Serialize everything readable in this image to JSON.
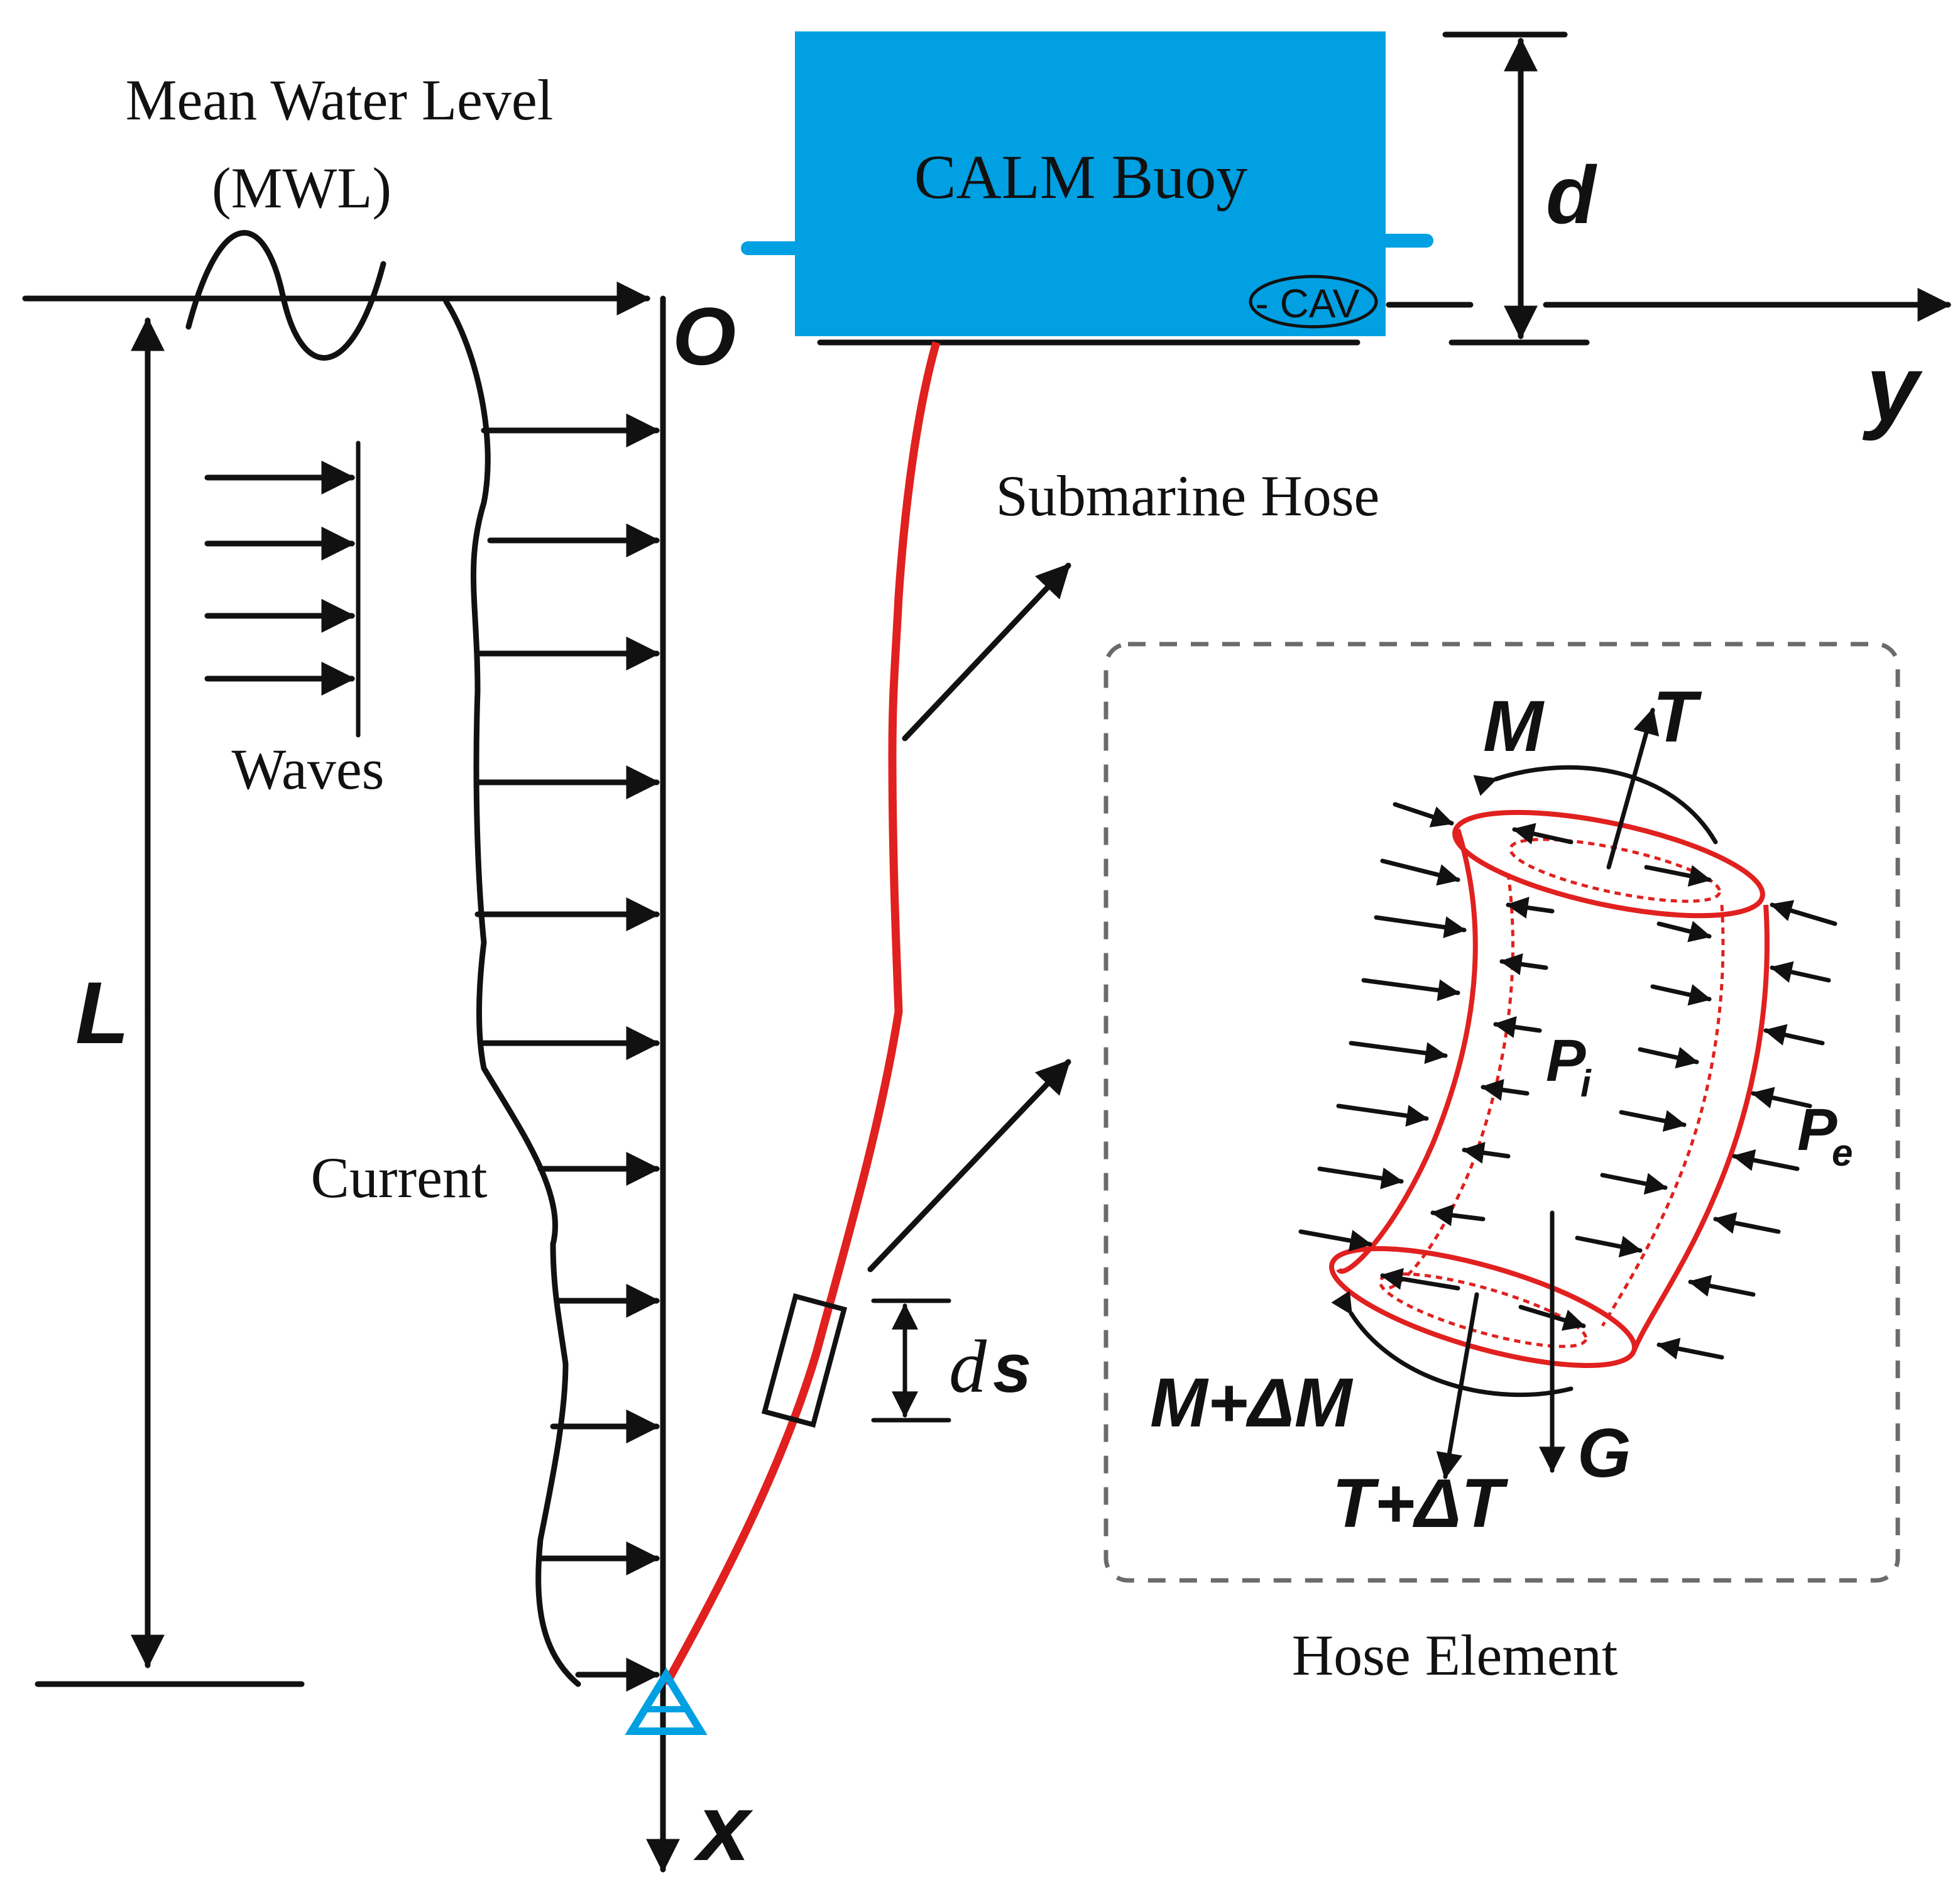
{
  "colors": {
    "buoy": "#00a0e2",
    "hose": "#e0211f",
    "line": "#111111",
    "anchor": "#00a0e2",
    "box": "#6b6b6b"
  },
  "labels": {
    "mwl_line1": "Mean Water Level",
    "mwl_line2": "(MWL)",
    "buoy": "CALM Buoy",
    "cav": "CAV",
    "submarine_hose": "Submarine Hose",
    "waves": "Waves",
    "current": "Current",
    "hose_element": "Hose Element",
    "axis_origin": "O",
    "axis_y": "y",
    "axis_x": "x",
    "depth": "L",
    "draft": "d",
    "ds_d": "d",
    "ds_s": "s",
    "moment": "M",
    "tension": "T",
    "moment_plus": "M+ΔM",
    "tension_plus": "T+ΔT",
    "gravity": "G",
    "internal_pressure": "P",
    "internal_sub": "i",
    "external_pressure": "P",
    "external_sub": "e"
  }
}
